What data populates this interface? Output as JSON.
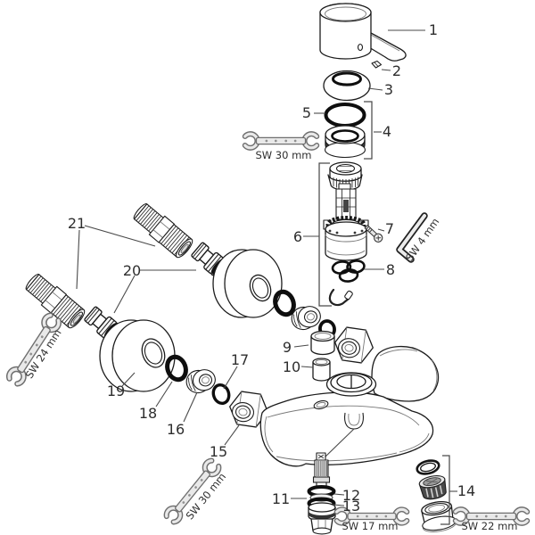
{
  "diagram": {
    "kind": "exploded-parts-diagram",
    "background": "#ffffff",
    "line_color": "#1c1c1c",
    "seal_color": "#0e0e0e",
    "tool_fill": "#e9e9e9"
  },
  "callouts": {
    "c1": "1",
    "c2": "2",
    "c3": "3",
    "c4": "4",
    "c5": "5",
    "c6": "6",
    "c7": "7",
    "c8": "8",
    "c9": "9",
    "c10": "10",
    "c11": "11",
    "c12": "12",
    "c13": "13",
    "c14": "14",
    "c15": "15",
    "c16": "16",
    "c17": "17",
    "c18": "18",
    "c19": "19",
    "c20": "20",
    "c21": "21"
  },
  "tools": {
    "wrench_top": "SW 30 mm",
    "allen_key": "SW 4 mm",
    "wrench_left": "SW 24 mm",
    "wrench_bottom_left": "SW 30 mm",
    "wrench_bottom_middle": "SW 17 mm",
    "wrench_bottom_right": "SW 22 mm"
  }
}
